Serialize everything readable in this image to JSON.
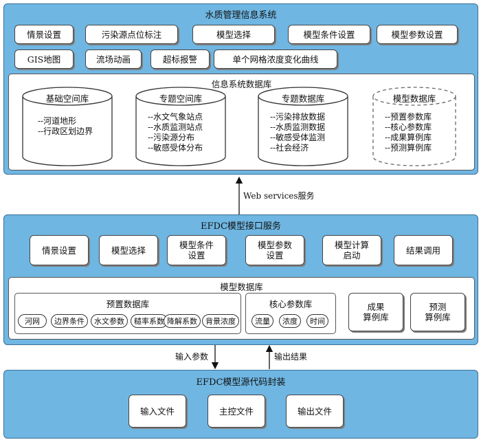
{
  "system": {
    "title": "水质管理信息系统",
    "buttons_row1": [
      "情景设置",
      "污染源点位标注",
      "模型选择",
      "模型条件设置",
      "模型参数设置"
    ],
    "buttons_row2": [
      "GIS地图",
      "流场动画",
      "超标报警",
      "单个网格浓度变化曲线"
    ],
    "database": {
      "title": "信息系统数据库",
      "libraries": [
        {
          "name": "基础空间库",
          "items": [
            "--河道地形",
            "--行政区划边界"
          ],
          "dashed": false
        },
        {
          "name": "专题空间库",
          "items": [
            "--水文气象站点",
            "--水质监测站点",
            "--污染源分布",
            "--敏感受体分布"
          ],
          "dashed": false
        },
        {
          "name": "专题数据库",
          "items": [
            "--污染排放数据",
            "--水质监测数据",
            "--敏感受体监测",
            "--社会经济"
          ],
          "dashed": false
        },
        {
          "name": "模型数据库",
          "items": [
            "--预置参数库",
            "--核心参数库",
            "--成果算例库",
            "--预测算例库"
          ],
          "dashed": true
        }
      ]
    }
  },
  "connector_top": {
    "label": "Web services服务"
  },
  "interface": {
    "title": "EFDC模型接口服务",
    "buttons": [
      "情景设置",
      "模型选择",
      "模型条件\n设置",
      "模型参数\n设置",
      "模型计算\n启动",
      "结果调用"
    ],
    "model_db": {
      "title": "模型数据库",
      "preset": {
        "title": "预置数据库",
        "items": [
          "河网",
          "边界条件",
          "水文参数",
          "糙率系数",
          "降解系数",
          "背景浓度"
        ]
      },
      "core": {
        "title": "核心参数库",
        "items": [
          "流量",
          "浓度",
          "时间"
        ]
      },
      "result": {
        "label": "成果\n算例库"
      },
      "forecast": {
        "label": "预测\n算例库"
      }
    }
  },
  "connector_bottom": {
    "input_label": "输入参数",
    "output_label": "输出结果"
  },
  "source": {
    "title": "EFDC模型源代码封装",
    "buttons": [
      "输入文件",
      "主控文件",
      "输出文件"
    ]
  },
  "colors": {
    "panel": "#6fb6e2",
    "panel_border": "#3a6f95",
    "box": "#ffffff"
  }
}
